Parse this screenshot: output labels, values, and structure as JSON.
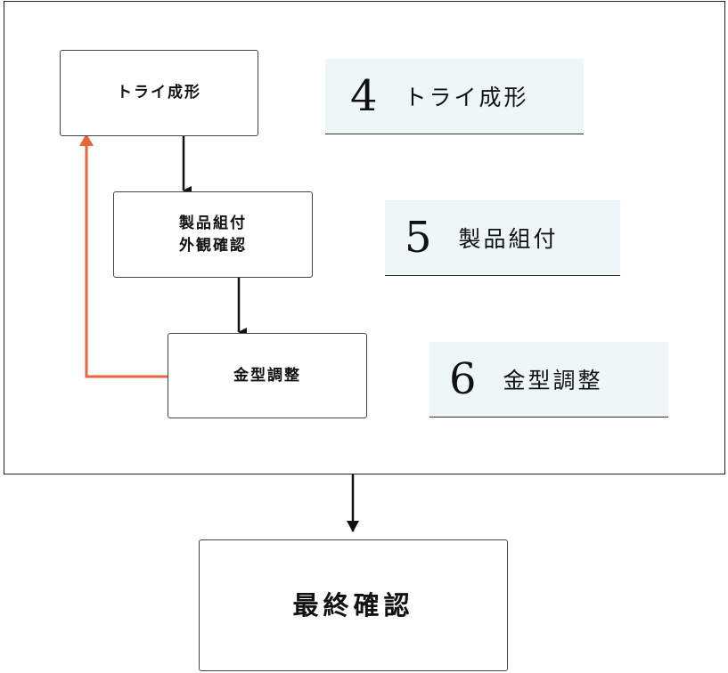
{
  "flow": {
    "boxes": [
      {
        "label": "トライ成形"
      },
      {
        "label": "製品組付\n外観確認"
      },
      {
        "label": "金型調整"
      }
    ],
    "final_label": "最終確認"
  },
  "steps": [
    {
      "number": "4",
      "label": "トライ成形"
    },
    {
      "number": "5",
      "label": "製品組付"
    },
    {
      "number": "6",
      "label": "金型調整"
    }
  ],
  "colors": {
    "arrow": "#111111",
    "feedback_arrow": "#e8643a",
    "step_background": "#eef6f8"
  }
}
